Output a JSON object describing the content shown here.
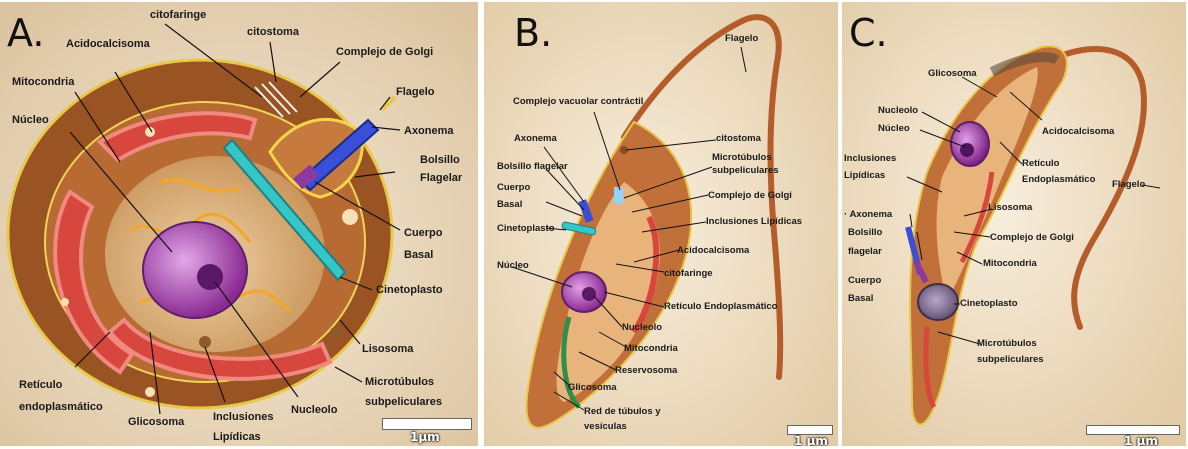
{
  "panels": [
    {
      "letter": "A.",
      "labels": {
        "citofaringe": "citofaringe",
        "citostoma": "citostoma",
        "acidocalcisoma": "Acidocalcisoma",
        "golgi": "Complejo de Golgi",
        "mitocondria": "Mitocondria",
        "flagelo": "Flagelo",
        "nucleo": "Núcleo",
        "axonema": "Axonema",
        "bolsillo1": "Bolsillo",
        "bolsillo2": "Flagelar",
        "cuerpo1": "Cuerpo",
        "cuerpo2": "Basal",
        "cinetoplasto": "Cinetoplasto",
        "lisosoma": "Lisosoma",
        "reticulo1": "Retículo",
        "reticulo2": "endoplasmático",
        "micro1": "Microtúbulos",
        "micro2": "subpeliculares",
        "glicosoma": "Glicosoma",
        "inclusiones1": "Inclusiones",
        "inclusiones2": "Lipídicas",
        "nucleolo": "Nucleolo"
      },
      "scale": "1μm"
    },
    {
      "letter": "B.",
      "labels": {
        "flagelo": "Flagelo",
        "vacuolar": "Complejo vacuolar contráctil",
        "axonema": "Axonema",
        "citostoma": "citostoma",
        "bolsillo": "Bolsillo flagelar",
        "micro1": "Microtúbulos",
        "micro2": "subpeliculares",
        "cuerpo1": "Cuerpo",
        "cuerpo2": "Basal",
        "golgi": "Complejo de Golgi",
        "inclusiones": "Inclusiones Lipídicas",
        "cinetoplasto": "Cinetoplasto",
        "acidocalcisoma": "Acidocalcisoma",
        "nucleo": "Núcleo",
        "citofaringe": "citofaringe",
        "reticulo": "Retículo Endoplasmático",
        "nucleolo": "Nucleolo",
        "mitocondria": "Mitocondria",
        "reservosoma": "Reservosoma",
        "glicosoma": "Glicosoma",
        "red1": "Red de túbulos y",
        "red2": "vesículas"
      },
      "scale": "1 μm"
    },
    {
      "letter": "C.",
      "labels": {
        "glicosoma": "Glicosoma",
        "nucleolo": "Nucleolo",
        "nucleo": "Núcleo",
        "acidocalcisoma": "Acidocalcisoma",
        "inclusiones1": "Inclusiones",
        "inclusiones2": "Lipídicas",
        "reticulo1": "Retículo",
        "reticulo2": "Endoplasmático",
        "flagelo": "Flagelo",
        "axonema": "· Axonema",
        "lisosoma": "Lisosoma",
        "bolsillo1": "Bolsillo",
        "bolsillo2": "flagelar",
        "golgi": "Complejo de Golgi",
        "mitocondria": "Mitocondria",
        "cuerpo1": "Cuerpo",
        "cuerpo2": "Basal",
        "cinetoplasto": "Cinetoplasto",
        "micro1": "Microtúbulos",
        "micro2": "subpeliculares"
      },
      "scale": "1 μm"
    }
  ]
}
